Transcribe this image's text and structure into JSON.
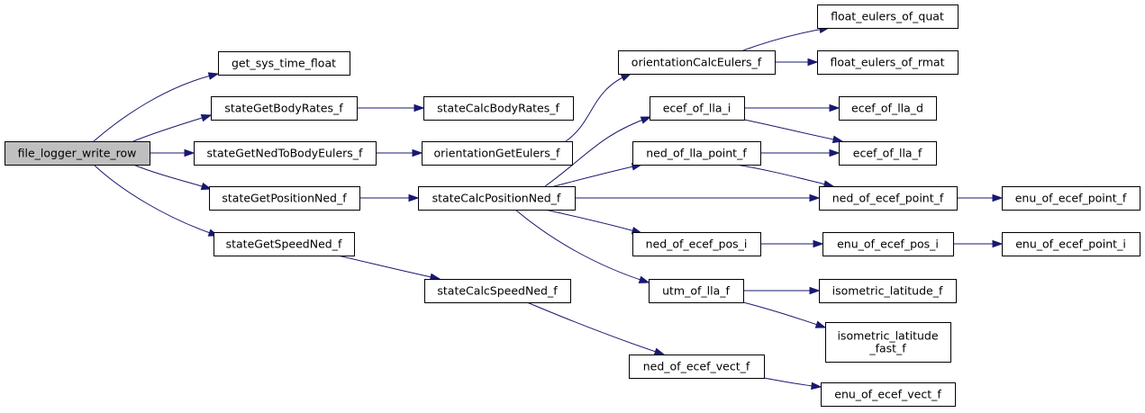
{
  "graph": {
    "colors": {
      "edge": "#191970",
      "node_border": "#000000",
      "root_fill": "#bfbfbf",
      "node_fill": "#ffffff"
    },
    "nodes": [
      {
        "id": "file_logger_write_row",
        "label": [
          "file_logger_write_row"
        ],
        "root": true
      },
      {
        "id": "get_sys_time_float",
        "label": [
          "get_sys_time_float"
        ]
      },
      {
        "id": "stateGetBodyRates_f",
        "label": [
          "stateGetBodyRates_f"
        ]
      },
      {
        "id": "stateGetNedToBodyEulers_f",
        "label": [
          "stateGetNedToBodyEulers_f"
        ]
      },
      {
        "id": "stateGetPositionNed_f",
        "label": [
          "stateGetPositionNed_f"
        ]
      },
      {
        "id": "stateGetSpeedNed_f",
        "label": [
          "stateGetSpeedNed_f"
        ]
      },
      {
        "id": "stateCalcBodyRates_f",
        "label": [
          "stateCalcBodyRates_f"
        ]
      },
      {
        "id": "orientationGetEulers_f",
        "label": [
          "orientationGetEulers_f"
        ]
      },
      {
        "id": "stateCalcPositionNed_f",
        "label": [
          "stateCalcPositionNed_f"
        ]
      },
      {
        "id": "stateCalcSpeedNed_f",
        "label": [
          "stateCalcSpeedNed_f"
        ]
      },
      {
        "id": "orientationCalcEulers_f",
        "label": [
          "orientationCalcEulers_f"
        ]
      },
      {
        "id": "ecef_of_lla_i",
        "label": [
          "ecef_of_lla_i"
        ]
      },
      {
        "id": "ned_of_lla_point_f",
        "label": [
          "ned_of_lla_point_f"
        ]
      },
      {
        "id": "ned_of_ecef_pos_i",
        "label": [
          "ned_of_ecef_pos_i"
        ]
      },
      {
        "id": "utm_of_lla_f",
        "label": [
          "utm_of_lla_f"
        ]
      },
      {
        "id": "ned_of_ecef_vect_f",
        "label": [
          "ned_of_ecef_vect_f"
        ]
      },
      {
        "id": "float_eulers_of_quat",
        "label": [
          "float_eulers_of_quat"
        ]
      },
      {
        "id": "float_eulers_of_rmat",
        "label": [
          "float_eulers_of_rmat"
        ]
      },
      {
        "id": "ecef_of_lla_d",
        "label": [
          "ecef_of_lla_d"
        ]
      },
      {
        "id": "ecef_of_lla_f",
        "label": [
          "ecef_of_lla_f"
        ]
      },
      {
        "id": "ned_of_ecef_point_f",
        "label": [
          "ned_of_ecef_point_f"
        ]
      },
      {
        "id": "enu_of_ecef_pos_i",
        "label": [
          "enu_of_ecef_pos_i"
        ]
      },
      {
        "id": "isometric_latitude_f",
        "label": [
          "isometric_latitude_f"
        ]
      },
      {
        "id": "isometric_latitude_fast_f",
        "label": [
          "isometric_latitude",
          "_fast_f"
        ]
      },
      {
        "id": "enu_of_ecef_vect_f",
        "label": [
          "enu_of_ecef_vect_f"
        ]
      },
      {
        "id": "enu_of_ecef_point_f",
        "label": [
          "enu_of_ecef_point_f"
        ]
      },
      {
        "id": "enu_of_ecef_point_i",
        "label": [
          "enu_of_ecef_point_i"
        ]
      }
    ],
    "edges": [
      [
        "file_logger_write_row",
        "get_sys_time_float"
      ],
      [
        "file_logger_write_row",
        "stateGetBodyRates_f"
      ],
      [
        "file_logger_write_row",
        "stateGetNedToBodyEulers_f"
      ],
      [
        "file_logger_write_row",
        "stateGetPositionNed_f"
      ],
      [
        "file_logger_write_row",
        "stateGetSpeedNed_f"
      ],
      [
        "stateGetBodyRates_f",
        "stateCalcBodyRates_f"
      ],
      [
        "stateGetNedToBodyEulers_f",
        "orientationGetEulers_f"
      ],
      [
        "orientationGetEulers_f",
        "orientationCalcEulers_f"
      ],
      [
        "orientationCalcEulers_f",
        "float_eulers_of_quat"
      ],
      [
        "orientationCalcEulers_f",
        "float_eulers_of_rmat"
      ],
      [
        "stateGetPositionNed_f",
        "stateCalcPositionNed_f"
      ],
      [
        "stateCalcPositionNed_f",
        "ecef_of_lla_i"
      ],
      [
        "stateCalcPositionNed_f",
        "ned_of_lla_point_f"
      ],
      [
        "stateCalcPositionNed_f",
        "ned_of_ecef_point_f"
      ],
      [
        "stateCalcPositionNed_f",
        "ned_of_ecef_pos_i"
      ],
      [
        "stateCalcPositionNed_f",
        "utm_of_lla_f"
      ],
      [
        "ecef_of_lla_i",
        "ecef_of_lla_d"
      ],
      [
        "ecef_of_lla_i",
        "ecef_of_lla_f"
      ],
      [
        "ned_of_lla_point_f",
        "ecef_of_lla_f"
      ],
      [
        "ned_of_lla_point_f",
        "ned_of_ecef_point_f"
      ],
      [
        "ned_of_ecef_point_f",
        "enu_of_ecef_point_f"
      ],
      [
        "ned_of_ecef_pos_i",
        "enu_of_ecef_pos_i"
      ],
      [
        "enu_of_ecef_pos_i",
        "enu_of_ecef_point_i"
      ],
      [
        "utm_of_lla_f",
        "isometric_latitude_f"
      ],
      [
        "utm_of_lla_f",
        "isometric_latitude_fast_f"
      ],
      [
        "stateGetSpeedNed_f",
        "stateCalcSpeedNed_f"
      ],
      [
        "stateCalcSpeedNed_f",
        "ned_of_ecef_vect_f"
      ],
      [
        "ned_of_ecef_vect_f",
        "enu_of_ecef_vect_f"
      ]
    ]
  }
}
